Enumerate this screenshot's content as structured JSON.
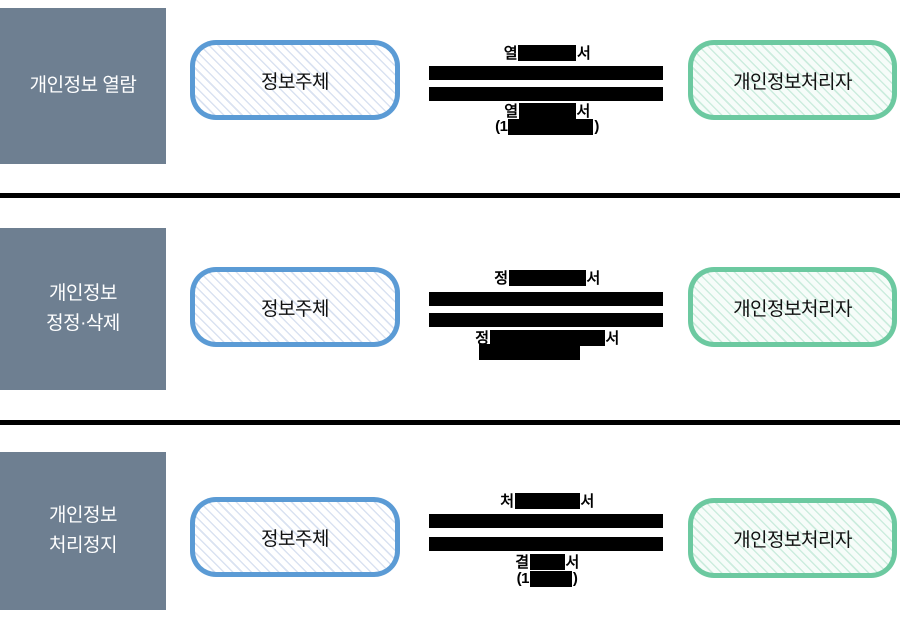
{
  "diagram": {
    "colors": {
      "category_bg": "#6e7f91",
      "subject_border": "#5b9bd5",
      "processor_border": "#6cc9a0",
      "redaction": "#000000"
    },
    "sections": [
      {
        "category": {
          "lines": [
            "개인정보 열람"
          ]
        },
        "subject": "정보주체",
        "processor": "개인정보처리자",
        "request_label": {
          "prefix": "열",
          "suffix": "서"
        },
        "response_label": {
          "prefix": "열",
          "suffix": "서"
        },
        "response_sub": {
          "prefix": "(1",
          "suffix": ")"
        }
      },
      {
        "category": {
          "lines": [
            "개인정보",
            "정정·삭제"
          ]
        },
        "subject": "정보주체",
        "processor": "개인정보처리자",
        "request_label": {
          "prefix": "정",
          "suffix": "서"
        },
        "response_label": {
          "prefix": "정",
          "suffix": "서"
        }
      },
      {
        "category": {
          "lines": [
            "개인정보",
            "처리정지"
          ]
        },
        "subject": "정보주체",
        "processor": "개인정보처리자",
        "request_label": {
          "prefix": "처",
          "suffix": "서"
        },
        "response_label": {
          "prefix": "결",
          "suffix": "서"
        },
        "response_sub": {
          "prefix": "(1",
          "suffix": ")"
        }
      }
    ]
  }
}
